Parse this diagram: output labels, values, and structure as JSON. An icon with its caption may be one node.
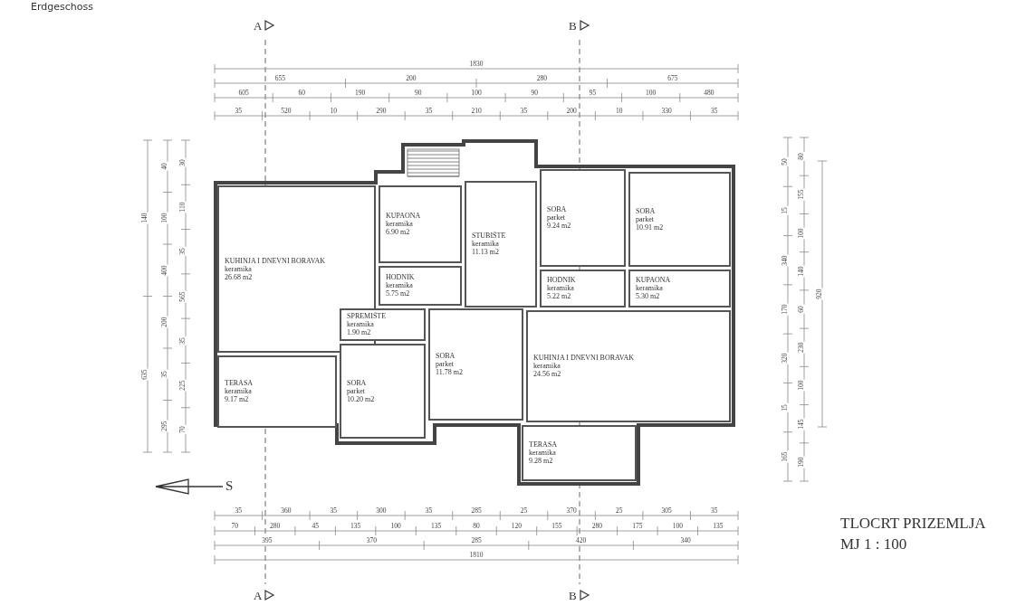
{
  "diagram": {
    "title": "TLOCRT PRIZEMLJA",
    "nodes": [
      {
        "text": [
          "KUHINJA I DNEVNI BORAVAK",
          "keramika",
          "26.68 m2"
        ]
      },
      {
        "text": [
          "KUPAONA",
          "keramika",
          "6.90 m2"
        ]
      },
      {
        "text": [
          "STUBIŠTE",
          "keramika",
          "11.13 m2"
        ]
      },
      {
        "text": [
          "HODNIK",
          "keramika",
          "5.75 m2"
        ]
      },
      {
        "text": [
          "SPREMIŠTE",
          "keramika",
          "1.90 m2"
        ]
      },
      {
        "text": [
          "SOBA",
          "parket",
          "10.20 m2"
        ]
      },
      {
        "text": [
          "SOBA",
          "parket",
          "11.78 m2"
        ]
      },
      {
        "text": [
          "TERASA",
          "keramika",
          "9.17 m2"
        ]
      },
      {
        "text": [
          "SOBA",
          "parket",
          "9.24 m2"
        ]
      },
      {
        "text": [
          "SOBA",
          "parket",
          "10.91 m2"
        ]
      },
      {
        "text": [
          "HODNIK",
          "keramika",
          "5.22 m2"
        ]
      },
      {
        "text": [
          "KUPAONA",
          "keramika",
          "5.30 m2"
        ]
      },
      {
        "text": [
          "KUHINJA I DNEVNI BORAVAK",
          "keramika",
          "24.56 m2"
        ]
      },
      {
        "text": [
          "TERASA",
          "keramika",
          "9.28 m2"
        ]
      }
    ],
    "labels": [
      "Erdgeschoss",
      "A",
      "B",
      "1830",
      "655",
      "200",
      "280",
      "675",
      "605",
      "60",
      "190",
      "90",
      "100",
      "90",
      "95",
      "100",
      "480",
      "35",
      "520",
      "10",
      "290",
      "35",
      "210",
      "35",
      "200",
      "10",
      "330",
      "35",
      "140",
      "635",
      "40",
      "100",
      "400",
      "200",
      "35",
      "295",
      "30",
      "110",
      "35",
      "565",
      "35",
      "225",
      "70",
      "50",
      "15",
      "340",
      "170",
      "320",
      "15",
      "165",
      "80",
      "155",
      "100",
      "140",
      "60",
      "230",
      "100",
      "145",
      "190",
      "920",
      "S",
      "35",
      "360",
      "35",
      "300",
      "35",
      "285",
      "25",
      "370",
      "25",
      "305",
      "35",
      "70",
      "280",
      "45",
      "135",
      "100",
      "135",
      "80",
      "120",
      "155",
      "280",
      "175",
      "100",
      "135",
      "395",
      "370",
      "285",
      "420",
      "340",
      "1810",
      "A",
      "B",
      "MJ 1 : 100"
    ]
  }
}
